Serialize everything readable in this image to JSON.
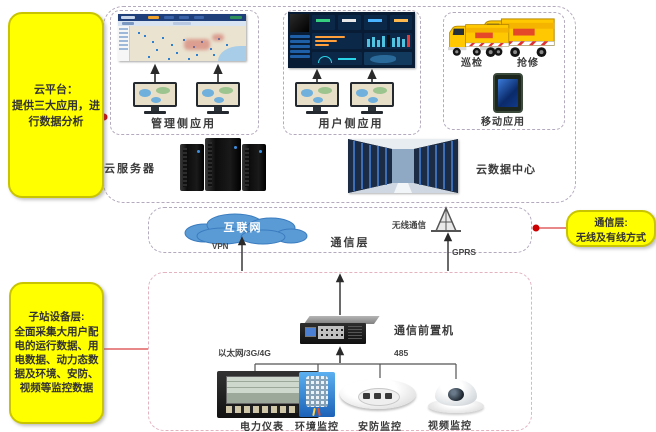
{
  "callouts": {
    "cloud_platform": {
      "title": "云平台：",
      "body": "提供三大应用，进行数据分析"
    },
    "substation": {
      "title": "子站设备层:",
      "body": "全面采集大用户配电的运行数据、用电数据、动力态数据及环境、安防、视频等监控数据"
    },
    "comm": {
      "title": "通信层:",
      "body": "无线及有线方式"
    }
  },
  "cloud_layer": {
    "management_app_label": "管理侧应用",
    "user_app_label": "用户侧应用",
    "inspection_label": "巡检",
    "repair_label": "抢修",
    "mobile_app_label": "移动应用",
    "cloud_server_label": "云服务器",
    "data_center_label": "云数据中心"
  },
  "comm_layer": {
    "internet_label": "互联网",
    "layer_label": "通信层",
    "vpn_label": "VPN",
    "wireless_label": "无线通信",
    "gprs_label": "GPRS"
  },
  "substation_layer": {
    "front_end_label": "通信前置机",
    "ethernet_label": "以太网/3G/4G",
    "bus_label": "485",
    "device_labels": {
      "power_meter": "电力仪表",
      "environment": "环境监控",
      "security": "安防监控",
      "video": "视频监控"
    }
  },
  "colors": {
    "callout_bg": "#ffff00",
    "callout_border": "#c9c400",
    "connector_red": "#cc0000",
    "cloud_fill": "#5b9bd5",
    "truck_yellow": "#ffc800",
    "dashed_border": "#b4aabe",
    "substation_border_pink": "#e3b3c0"
  }
}
